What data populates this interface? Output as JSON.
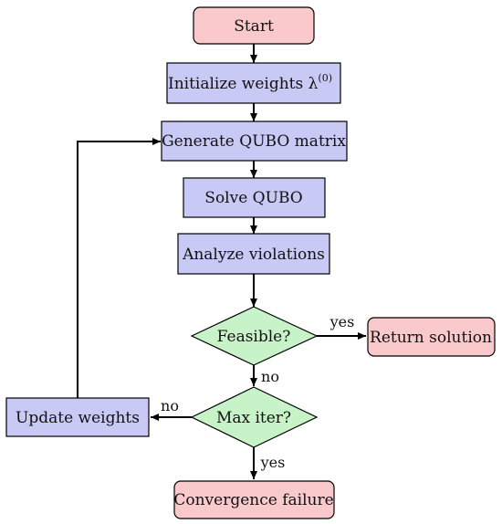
{
  "colors": {
    "terminal_fill": "#F9C9CC",
    "process_fill": "#C9C9F5",
    "decision_fill": "#C8F2C8",
    "stroke": "#000000"
  },
  "nodes": {
    "start": "Start",
    "init_weights_prefix": "Initialize weights λ",
    "init_weights_sup": "(0)",
    "generate_qubo": "Generate QUBO matrix",
    "solve_qubo": "Solve QUBO",
    "analyze": "Analyze violations",
    "feasible": "Feasible?",
    "return_solution": "Return solution",
    "max_iter": "Max iter?",
    "update_weights": "Update weights",
    "convergence_failure": "Convergence failure"
  },
  "edge_labels": {
    "feasible_yes": "yes",
    "feasible_no": "no",
    "maxiter_no": "no",
    "maxiter_yes": "yes"
  }
}
